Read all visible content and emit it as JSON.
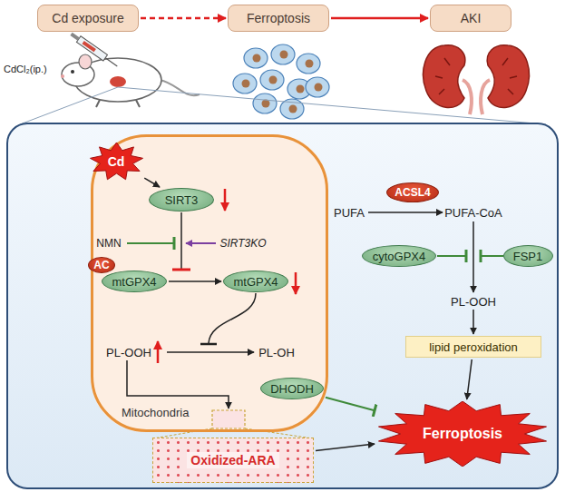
{
  "diagram": {
    "nodes": [
      {
        "text": [
          "Cd exposure"
        ]
      },
      {
        "text": [
          "Ferroptosis"
        ]
      },
      {
        "text": [
          "AKI"
        ]
      },
      {
        "text": [
          "Mitochondria"
        ]
      },
      {
        "text": [
          "Cd"
        ],
        "in": 3
      },
      {
        "text": [
          "SIRT3"
        ],
        "in": 3
      },
      {
        "text": [
          "AC"
        ],
        "in": 3
      },
      {
        "text": [
          "mtGPX4"
        ],
        "in": 3
      },
      {
        "text": [
          "mtGPX4"
        ],
        "in": 3
      },
      {
        "text": [
          "DHODH"
        ]
      },
      {
        "text": [
          "Oxidized-ARA"
        ]
      },
      {
        "text": [
          "ACSL4"
        ]
      },
      {
        "text": [
          "cytoGPX4"
        ]
      },
      {
        "text": [
          "FSP1"
        ]
      },
      {
        "text": [
          "lipid peroxidation"
        ]
      },
      {
        "text": [
          "Ferroptosis"
        ]
      }
    ],
    "edges": [
      {
        "from": 0,
        "to": 1,
        "arrow": "to"
      },
      {
        "from": 1,
        "to": 2,
        "arrow": "to"
      },
      {
        "from": 4,
        "to": 5,
        "arrow": "to"
      },
      {
        "from": 7,
        "to": 8,
        "arrow": "to"
      },
      {
        "from": 9,
        "to": 15,
        "arrow": "to"
      },
      {
        "from": 10,
        "to": 15,
        "arrow": "to"
      },
      {
        "from": 14,
        "to": 15,
        "arrow": "to"
      }
    ],
    "labels": [
      "CdCl₂(ip.)",
      "NMN",
      "SIRT3KO",
      "PL-OOH",
      "PL-OH",
      "PUFA",
      "PUFA-CoA",
      "PL-OOH"
    ]
  }
}
